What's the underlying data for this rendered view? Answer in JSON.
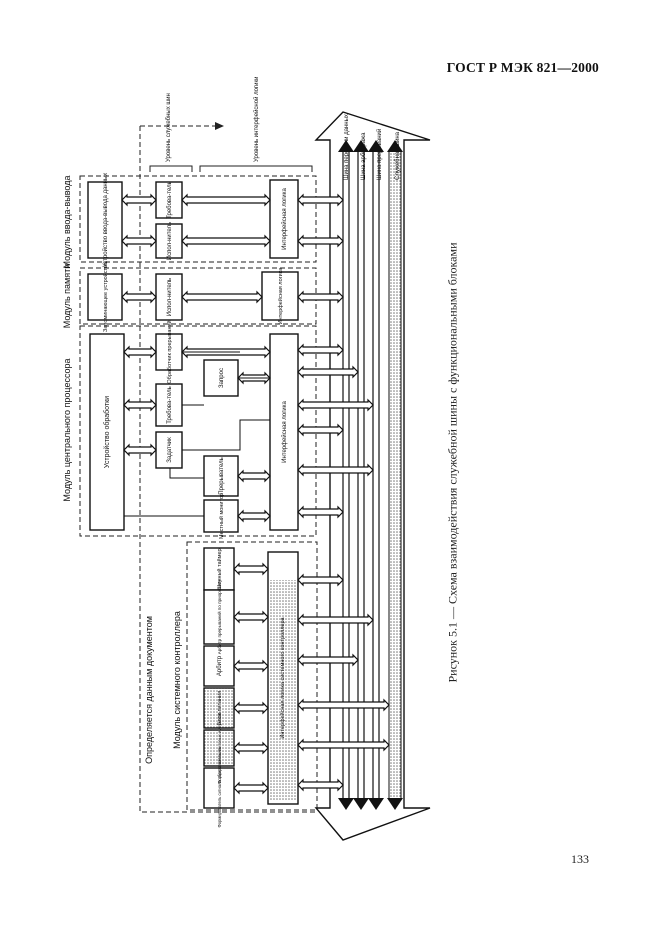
{
  "document": {
    "standard": "ГОСТ Р МЭК 821—2000",
    "page_number": "133",
    "caption": "Рисунок 5.1 — Схема взаимодействия служебной шины с функциональными блоками"
  },
  "figure": {
    "levels": {
      "service_level": "Уровень служебных шин",
      "access_level": "Уровень интерфейсной логики"
    },
    "io_module": {
      "title": "Модуль ввода-вывода",
      "device": "Устройство ввода-вывода данных",
      "requester": "Требова-тель",
      "executor": "Испол-нитель",
      "interface": "Интерфейсная логика"
    },
    "memory_module": {
      "title": "Модуль памяти",
      "device": "Запоминающее устройство",
      "executor": "Испол-нитель",
      "interface": "Интерфейсная логика"
    },
    "cpu_module": {
      "title": "Модуль центрального процессора",
      "device": "Устройство обработки",
      "interrupt_handler": "Обработчик прерываний",
      "requester": "Требова-тель",
      "interrupter": "Задатчик",
      "request": "Запрос",
      "interrupt": "Прерыватель",
      "local_monitor": "Местный монитор",
      "interface": "Интерфейсная логика"
    },
    "system_controller": {
      "title": "Модуль системного контроллера",
      "doc_note": "Определяется данным документом",
      "bus_timer": "Шинный таймер",
      "arbiter_priority": "Арбитр прерываний по приоритету",
      "arbiter": "Арбитр",
      "power_block": "Блок питания",
      "clock_driver": "Формирователь тактовых импульсов",
      "reset_driver": "Формирователь сигнала сброса питания",
      "interface": "Интерфейсная логика системного контроллера"
    },
    "buses": {
      "data_transfer": "Шина передачи данных",
      "arbitration": "Шина арбитража",
      "interrupt": "Шина прерываний",
      "utility": "Служебная шина"
    }
  }
}
